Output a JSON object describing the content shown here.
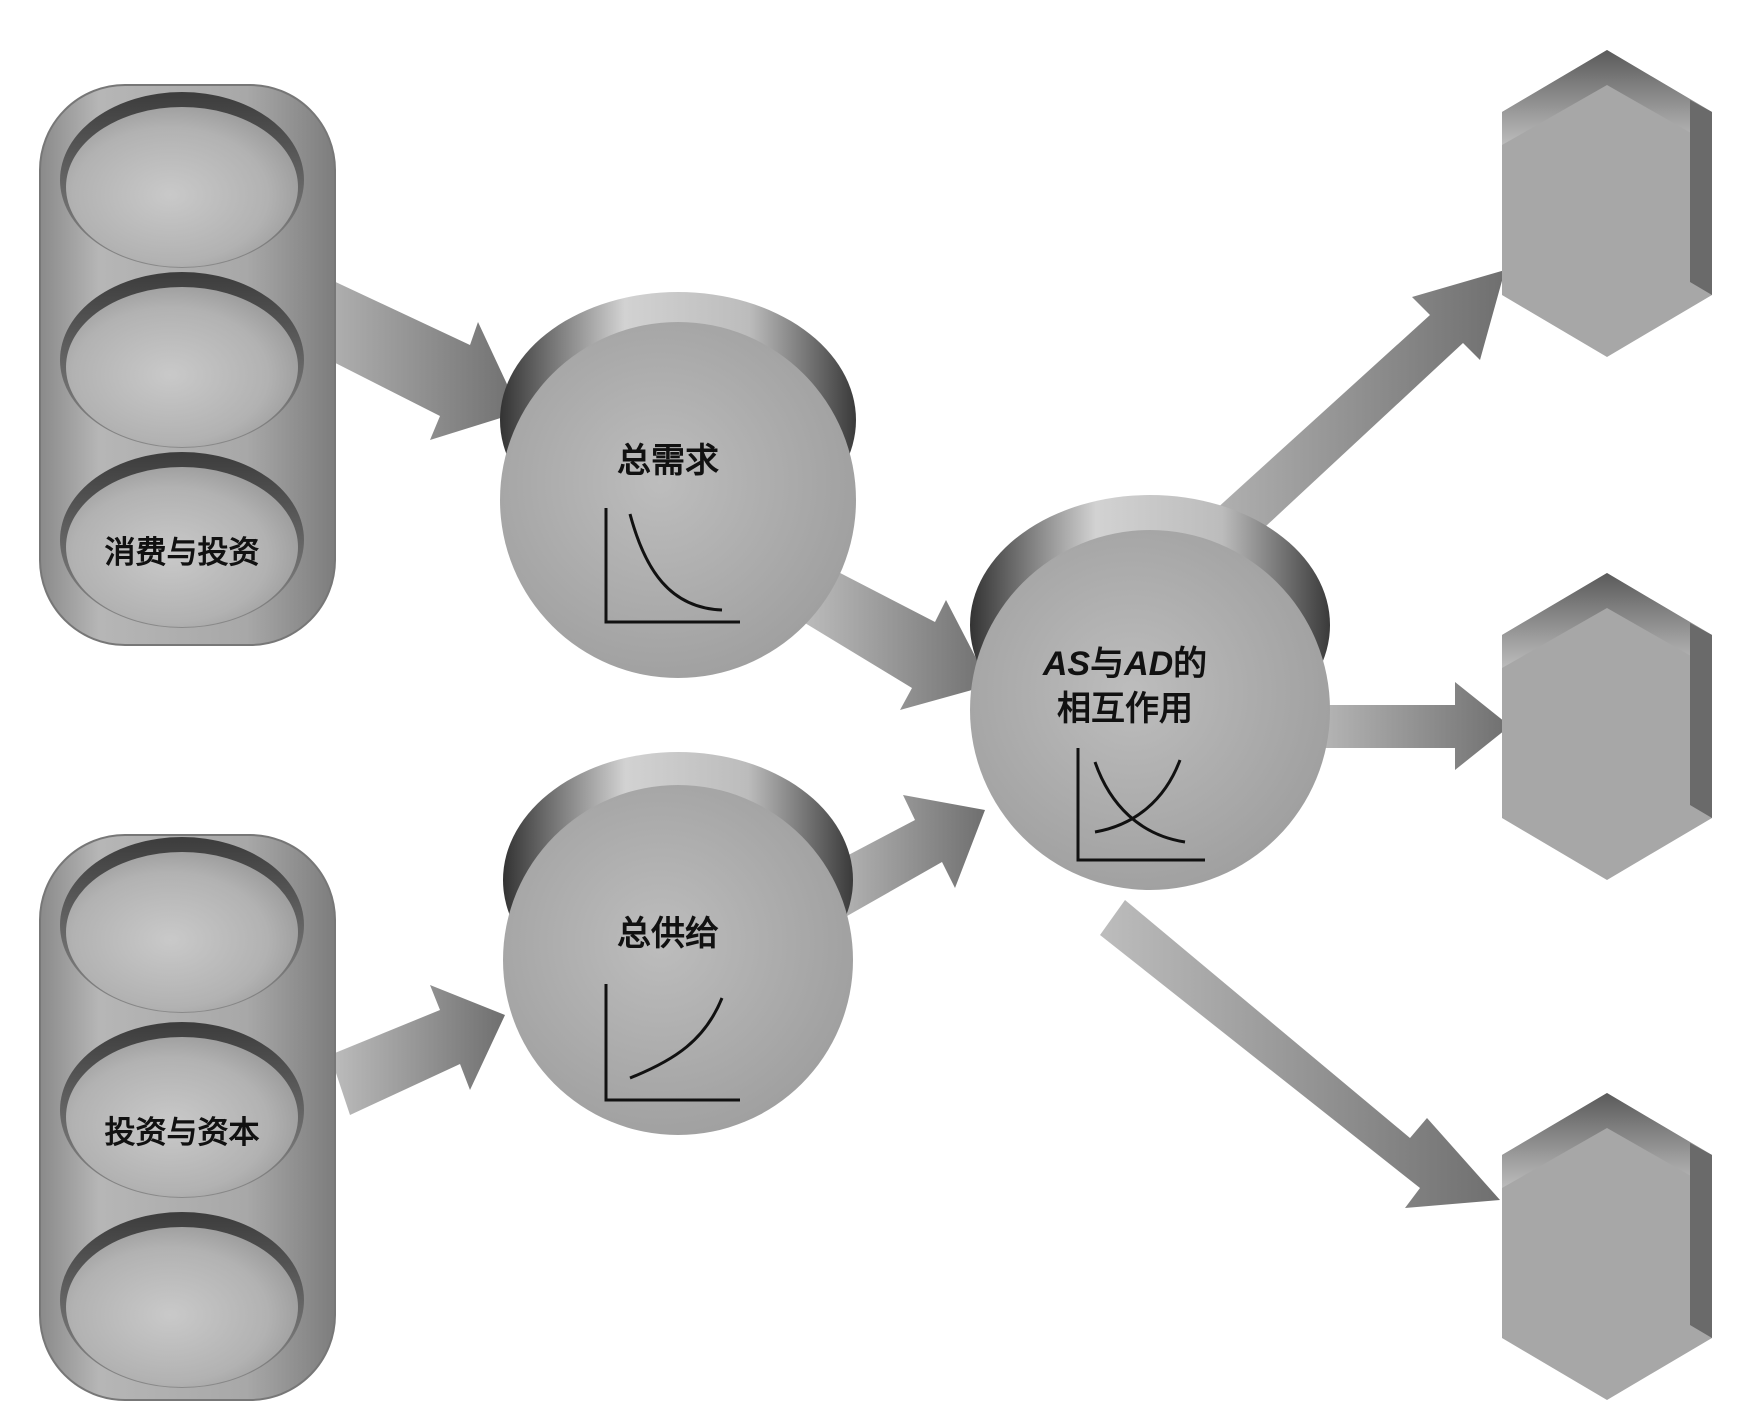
{
  "left_groups": [
    {
      "label": "消费与投资"
    },
    {
      "label": "投资与资本"
    }
  ],
  "nodes": {
    "aggregate_demand": {
      "label": "总需求"
    },
    "aggregate_supply": {
      "label": "总供给"
    },
    "interaction": {
      "label_line1_a": "AS",
      "label_line1_b": "与",
      "label_line1_c": "AD",
      "label_line1_d": "的",
      "label_line2": "相互作用"
    }
  },
  "colors": {
    "gray_fill": "#a9a9a9",
    "gray_light": "#c4c4c4",
    "gray_dark": "#4a4a4a",
    "arrow_fill": "#8f8f8f",
    "ink": "#111111"
  },
  "icons": [
    "demand-curve-icon",
    "supply-curve-icon",
    "intersection-curve-icon"
  ]
}
